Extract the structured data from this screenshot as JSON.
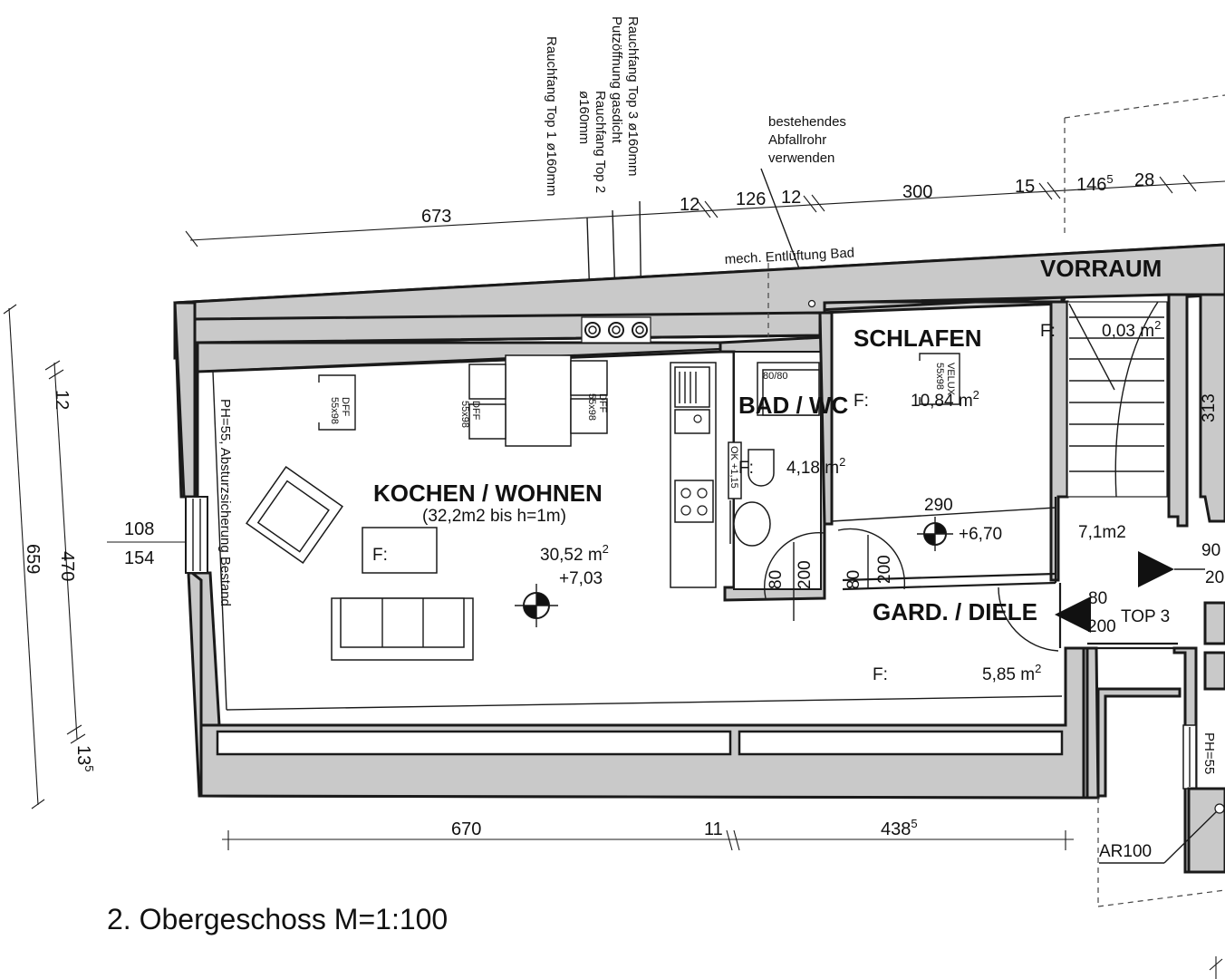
{
  "title": "2. Obergeschoss M=1:100",
  "rooms": {
    "kochen": {
      "name": "KOCHEN / WOHNEN",
      "note": "(32,2m2 bis h=1m)",
      "f_label": "F:",
      "area": "30,52 m",
      "sup": "2",
      "level": "+7,03"
    },
    "bad": {
      "name": "BAD / WC",
      "f_label": "F:",
      "area": "4,18 m",
      "sup": "2"
    },
    "schlafen": {
      "name": "SCHLAFEN",
      "f_label": "F:",
      "area": "10,84 m",
      "sup": "2",
      "level": "+6,70"
    },
    "garderobe": {
      "name": "GARD. / DIELE",
      "f_label": "F:",
      "area": "5,85 m",
      "sup": "2"
    },
    "vorraum": {
      "name": "VORRAUM",
      "f_label": "F:",
      "area": "0,03 m",
      "sup": "2"
    },
    "top3": {
      "name": "TOP 3",
      "area": "7,1m2"
    }
  },
  "notes": {
    "rauchfang1": "Rauchfang Top 1 ø160mm",
    "rauchfang2a": "Rauchfang Top 2",
    "rauchfang2b": "ø160mm",
    "rauchfang3a": "Rauchfang Top 3 ø160mm",
    "rauchfang3b": "Putzöffnung gasdicht",
    "abfall1": "bestehendes",
    "abfall2": "Abfallrohr",
    "abfall3": "verwenden",
    "entlueftung": "mech. Entlüftung Bad",
    "absturz": "PH=55, Absturzsicherung Bestand",
    "ar100": "AR100",
    "ph_right": "PH=55",
    "shower": "80/80",
    "ok": "OK +1,15",
    "dff1a": "DFF",
    "dff1b": "55x98",
    "dff2a": "DFF",
    "dff2b": "55x98",
    "dff3a": "DFF",
    "dff3b": "55x98",
    "velux_a": "VELUX",
    "velux_b": "55x98"
  },
  "dimensions": {
    "top": [
      "673",
      "12",
      "126",
      "12",
      "300",
      "15",
      "146",
      "28"
    ],
    "top_sup": "5",
    "left": [
      "659",
      "12",
      "470",
      "13"
    ],
    "left_sup": "5",
    "window_left": [
      "108",
      "154"
    ],
    "bottom": [
      "670",
      "11",
      "438"
    ],
    "bottom_sup": "5",
    "door_bad": [
      "80",
      "200"
    ],
    "door_schlafen": [
      "80",
      "200"
    ],
    "door_entry": [
      "80",
      "200"
    ],
    "schlafen_width": "290",
    "stair": "313",
    "right_edge": [
      "90",
      "20"
    ]
  }
}
